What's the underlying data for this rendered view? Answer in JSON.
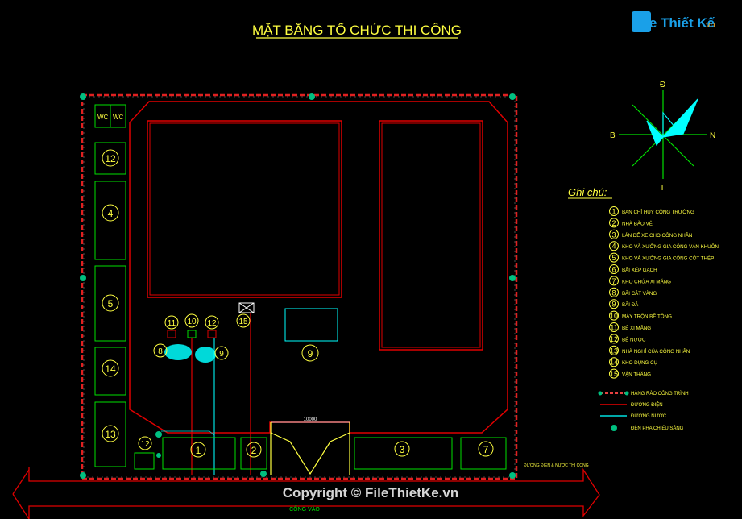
{
  "title": "MẶT BẰNG TỔ CHỨC THI CÔNG",
  "logo": {
    "text": "File Thiết Kế",
    "suffix": ".vn"
  },
  "compass": {
    "north": "Đ",
    "west": "B",
    "east": "N",
    "south": "T"
  },
  "site": {
    "wc": [
      "WC",
      "WC"
    ],
    "left_column": [
      "12",
      "4",
      "5",
      "14",
      "13"
    ],
    "small_markers": [
      "11",
      "10",
      "12",
      "15"
    ],
    "piles": [
      "8",
      "9"
    ],
    "brick_label": "9",
    "bottom_row": [
      "1",
      "2",
      "3",
      "7"
    ],
    "bottom_left_marker": "12",
    "gate_width": "10000",
    "gate_label": "CỔNG VÀO",
    "road_note": "ĐƯỜNG ĐIỆN & NƯỚC THI CÔNG"
  },
  "legend": {
    "heading": "Ghi chú:",
    "items": [
      {
        "num": "1",
        "text": "BAN CHỈ HUY CÔNG TRƯỜNG"
      },
      {
        "num": "2",
        "text": "NHÀ BẢO VỆ"
      },
      {
        "num": "3",
        "text": "LÁN ĐỂ XE CHO CÔNG NHÂN"
      },
      {
        "num": "4",
        "text": "KHO VÀ XƯỞNG GIA CÔNG VÁN KHUÔN"
      },
      {
        "num": "5",
        "text": "KHO VÀ XƯỞNG GIA CÔNG CỐT THÉP"
      },
      {
        "num": "6",
        "text": "BÃI XẾP GẠCH"
      },
      {
        "num": "7",
        "text": "KHO CHỨA XI MĂNG"
      },
      {
        "num": "8",
        "text": "BÃI CÁT VÀNG"
      },
      {
        "num": "9",
        "text": "BÃI ĐÁ"
      },
      {
        "num": "10",
        "text": "MÁY TRỘN BÊ TÔNG"
      },
      {
        "num": "11",
        "text": "BỂ XI MĂNG"
      },
      {
        "num": "12",
        "text": "BỂ NƯỚC"
      },
      {
        "num": "13",
        "text": "NHÀ NGHỈ CỦA CÔNG NHÂN"
      },
      {
        "num": "14",
        "text": "KHO DỤNG CỤ"
      },
      {
        "num": "15",
        "text": "VẬN THĂNG"
      }
    ],
    "lines": [
      {
        "text": "HÀNG RÀO CÔNG TRÌNH",
        "color": "#e84040"
      },
      {
        "text": "ĐƯỜNG ĐIỆN",
        "color": "#e80000"
      },
      {
        "text": "ĐƯỜNG NƯỚC",
        "color": "#00e0e0"
      },
      {
        "text": "ĐÈN PHA CHIẾU SÁNG",
        "color": "#00c080"
      }
    ]
  },
  "watermark": "Copyright © FileThietKe.vn",
  "colors": {
    "green": "#00e000",
    "red": "#e00000",
    "yellow": "#ffff40",
    "cyan": "#00ffff",
    "fence": "#e02020"
  }
}
